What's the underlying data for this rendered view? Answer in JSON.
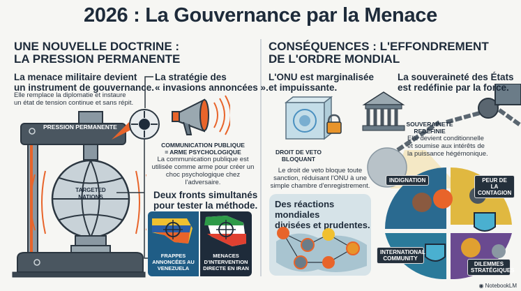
{
  "title": "2026 : La Gouvernance par la Menace",
  "left": {
    "heading": [
      "UNE NOUVELLE DOCTRINE :",
      "LA PRESSION PERMANENTE"
    ],
    "menace": {
      "title": [
        "La menace militaire devient",
        "un instrument de gouvernance."
      ],
      "body": [
        "Elle remplace la diplomatie et instaure",
        "un état de tension continue et sans répit."
      ]
    },
    "press_label": "PRESSION PERMANENTE",
    "sphere_label": [
      "TARGETED",
      "NATIONS"
    ],
    "strategie": {
      "title": [
        "La stratégie des",
        "« invasions annoncées »."
      ]
    },
    "communication": {
      "caption": [
        "COMMUNICATION PUBLIQUE",
        "= ARME PSYCHOLOGIQUE"
      ],
      "body": [
        "La communication publique est",
        "utilisée comme arme pour créer un",
        "choc psychologique chez l'adversaire."
      ]
    },
    "fronts": {
      "title": [
        "Deux fronts simultanés",
        "pour tester la méthode."
      ],
      "panels": [
        {
          "label": [
            "FRAPPES",
            "ANNONCÉES AU",
            "VENEZUELA"
          ]
        },
        {
          "label": [
            "MENACES",
            "D'INTERVENTION",
            "DIRECTE EN IRAN"
          ]
        }
      ]
    }
  },
  "right": {
    "heading": [
      "CONSÉQUENCES : L'EFFONDREMENT",
      "DE L'ORDRE MONDIAL"
    ],
    "onu": {
      "title": [
        "L'ONU est marginalisée",
        "et impuissante."
      ],
      "caption": [
        "DROIT DE VETO",
        "BLOQUANT"
      ],
      "body": [
        "Le droit de veto bloque toute",
        "sanction, réduisant l'ONU à une",
        "simple chambre d'enregistrement."
      ]
    },
    "souverainete": {
      "title": [
        "La souveraineté des États",
        "est redéfinie par la force."
      ],
      "caption": [
        "SOUVERAINETÉ",
        "REDÉFINIE"
      ],
      "body": [
        "Elle devient conditionnelle",
        "et soumise aux intérêts de",
        "la puissance hégémonique."
      ]
    },
    "reactions": {
      "title": [
        "Des réactions mondiales",
        "divisées et prudentes."
      ]
    },
    "puzzle_tags": [
      "INDIGNATION",
      "PEUR DE LA CONTAGION",
      "INTERNATIONAL COMMUNITY",
      "DILEMMES STRATÉGIQUES"
    ]
  },
  "footer": {
    "brand": "NotebookLM"
  },
  "colors": {
    "navy": "#1e2b3a",
    "orange": "#e8642a",
    "steel": "#6b7c88",
    "panel": "#d6e3e8"
  }
}
